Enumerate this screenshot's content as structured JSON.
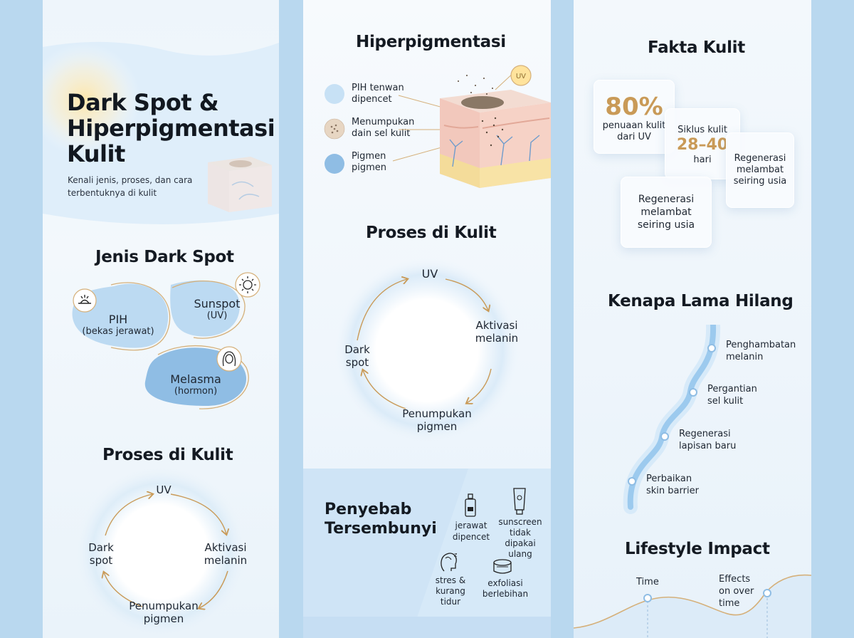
{
  "panel1": {
    "title_line1": "Dark Spot &",
    "title_line2": "Hiperpigmentasi",
    "title_line3": "Kulit",
    "subtitle_line1": "Kenali jenis, proses, dan cara",
    "subtitle_line2": "terbentuknya di kulit",
    "types_title": "Jenis Dark Spot",
    "types": {
      "pih": {
        "label": "PIH",
        "sub": "(bekas jerawat)"
      },
      "sunspot": {
        "label": "Sunspot",
        "sub": "(UV)"
      },
      "melasma": {
        "label": "Melasma",
        "sub": "(hormon)"
      }
    },
    "process_title": "Proses di Kulit",
    "cycle": {
      "uv": "UV",
      "aktivasi_1": "Aktivasi",
      "aktivasi_2": "melanin",
      "penumpukan_1": "Penumpukan",
      "penumpukan_2": "pigmen",
      "dark_1": "Dark",
      "dark_2": "spot"
    }
  },
  "panel2": {
    "hyper_title": "Hiperpigmentasi",
    "legend": [
      {
        "line1": "PIH tenwan",
        "line2": "dipencet"
      },
      {
        "line1": "Menumpukan",
        "line2": "dain sel kulit"
      },
      {
        "line1": "Pigmen",
        "line2": "pigmen"
      }
    ],
    "uv_badge": "UV",
    "process_title": "Proses di Kulit",
    "cycle": {
      "uv": "UV",
      "aktivasi_1": "Aktivasi",
      "aktivasi_2": "melanin",
      "penumpukan_1": "Penumpukan",
      "penumpukan_2": "pigmen",
      "dark_1": "Dark",
      "dark_2": "spot"
    },
    "causes_title_1": "Penyebab",
    "causes_title_2": "Tersembunyi",
    "causes": {
      "jerawat": {
        "l1": "jerawat",
        "l2": "dipencet"
      },
      "sunscreen": {
        "l1": "sunscreen",
        "l2": "tidak",
        "l3": "dipakai",
        "l4": "ulang"
      },
      "stres": {
        "l1": "stres &",
        "l2": "kurang",
        "l3": "tidur"
      },
      "exfoliasi": {
        "l1": "exfoliasi",
        "l2": "berlebihan"
      }
    }
  },
  "panel3": {
    "facts_title": "Fakta Kulit",
    "fact1": {
      "num": "80%",
      "l1": "penuaan kulit",
      "l2": "dari UV"
    },
    "fact2": {
      "l1": "Siklus kulit",
      "num": "28–40",
      "l2": "hari"
    },
    "fact3": {
      "l1": "Regenerasi",
      "l2": "melambat",
      "l3": "seiring usia"
    },
    "fact4": {
      "l1": "Regenerasi",
      "l2": "melambat",
      "l3": "seiring usia"
    },
    "why_title": "Kenapa Lama Hilang",
    "steps": [
      {
        "l1": "Penghambatan",
        "l2": "melanin"
      },
      {
        "l1": "Pergantian",
        "l2": "sel kulit"
      },
      {
        "l1": "Regenerasi",
        "l2": "lapisan baru"
      },
      {
        "l1": "Perbaikan",
        "l2": "skin barrier"
      }
    ],
    "lifestyle_title": "Lifestyle Impact",
    "time_label": "Time",
    "effects_1": "Effects",
    "effects_2": "on over",
    "effects_3": "time"
  },
  "colors": {
    "gold": "#c99a57",
    "blue_light": "#bcdaf2",
    "blue_mid": "#8fbde4",
    "bg": "#b9d8ef"
  }
}
